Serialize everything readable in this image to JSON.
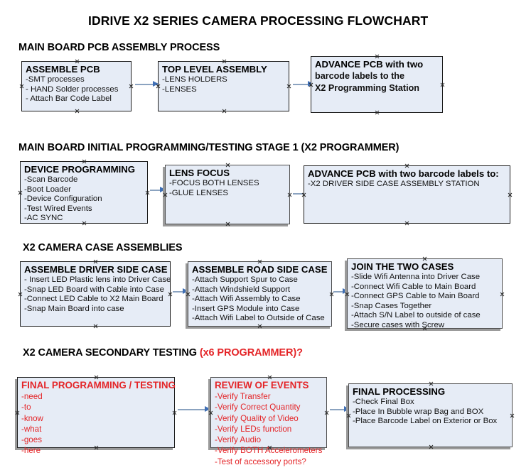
{
  "document": {
    "title": "IDRIVE X2  SERIES CAMERA PROCESSING FLOWCHART"
  },
  "sections": [
    {
      "heading": "MAIN BOARD PCB ASSEMBLY PROCESS",
      "boxes": [
        {
          "header": "ASSEMBLE PCB",
          "items": [
            "-SMT processes",
            "- HAND Solder processes",
            "- Attach Bar Code Label"
          ]
        },
        {
          "header": "TOP LEVEL ASSEMBLY",
          "items": [
            "-LENS HOLDERS",
            "-LENSES"
          ]
        },
        {
          "header": "ADVANCE PCB with two",
          "items": [
            "barcode labels to the",
            " X2 Programming Station"
          ]
        }
      ]
    },
    {
      "heading": "MAIN BOARD INITIAL PROGRAMMING/TESTING STAGE 1 (X2 PROGRAMMER)",
      "boxes": [
        {
          "header": "DEVICE PROGRAMMING",
          "items": [
            "-Scan Barcode",
            "-Boot Loader",
            "-Device Configuration",
            "-Test Wired Events",
            "-AC SYNC"
          ]
        },
        {
          "header": "LENS FOCUS",
          "items": [
            "-FOCUS BOTH LENSES",
            "-GLUE LENSES"
          ]
        },
        {
          "header": "ADVANCE PCB with two barcode labels to:",
          "items": [
            "-X2 DRIVER  SIDE  CASE  ASSEMBLY STATION"
          ]
        }
      ]
    },
    {
      "heading": "X2 CAMERA CASE ASSEMBLIES",
      "boxes": [
        {
          "header": "ASSEMBLE DRIVER SIDE CASE",
          "items": [
            "- Insert LED Plastic lens into Driver Case",
            "-Snap LED Board with Cable into Case",
            "-Connect LED Cable to X2 Main Board",
            "-Snap Main Board into case"
          ]
        },
        {
          "header": "ASSEMBLE ROAD SIDE CASE",
          "items": [
            "-Attach Support Spur to Case",
            "-Attach Windshield Support",
            "-Attach Wifi Assembly to Case",
            "-Insert GPS Module into Case",
            "-Attach Wifi Label to Outside of Case"
          ]
        },
        {
          "header": "JOIN THE TWO CASES",
          "items": [
            "-Slide Wifi Antenna into Driver Case",
            "-Connect Wifi Cable to Main Board",
            "-Connect GPS Cable to Main Board",
            "-Snap Cases Together",
            "-Attach S/N Label to outside of case",
            "-Secure cases with Screw"
          ]
        }
      ]
    },
    {
      "heading": "X2 CAMERA SECONDARY TESTING ",
      "heading_suffix": "(x6 PROGRAMMER)?",
      "boxes": [
        {
          "header": "FINAL PROGRAMMING / TESTING",
          "items": [
            "-need",
            "-to",
            "-know",
            "-what",
            "-goes",
            "-here"
          ]
        },
        {
          "header": "REVIEW OF EVENTS",
          "items": [
            "-Verify Transfer",
            "-Verify Correct Quantity",
            "-Verify Quality of Video",
            "-Verify LEDs function",
            "-Verify Audio",
            "-Verify BOTH Accelerometers",
            "-Test of accessory ports?"
          ]
        },
        {
          "header": "FINAL PROCESSING",
          "items": [
            " -Check Final Box",
            "-Place In Bubble wrap Bag and BOX",
            "-Place Barcode Label on Exterior or Box"
          ]
        }
      ]
    }
  ],
  "colors": {
    "box_fill": "#e6ecf6",
    "box_border": "#1c1c1c",
    "red_text": "#e42528",
    "arrow_shaft": "#8ba3c0",
    "arrow_head": "#3f6fb5"
  }
}
